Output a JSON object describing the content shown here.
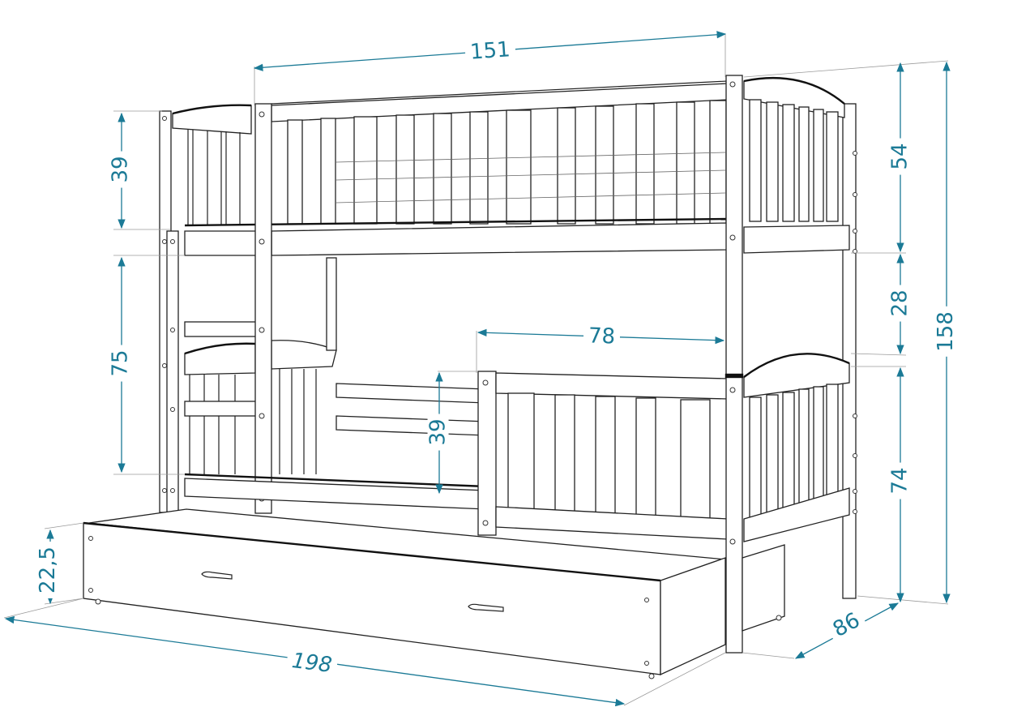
{
  "diagram": {
    "subject": "Bunk bed with trundle drawer — dimension drawing",
    "dimension_color": "#1b7a96",
    "line_color": "#222222",
    "dimensions": {
      "top_width": "151",
      "top_guard_height": "39",
      "headboard_top_height": "54",
      "gap_between_bunks": "28",
      "total_height": "158",
      "lower_clearance": "75",
      "lower_guard_width": "78",
      "lower_guard_height": "39",
      "lower_bunk_height": "74",
      "drawer_height": "22,5",
      "total_length": "198",
      "depth": "86"
    }
  }
}
